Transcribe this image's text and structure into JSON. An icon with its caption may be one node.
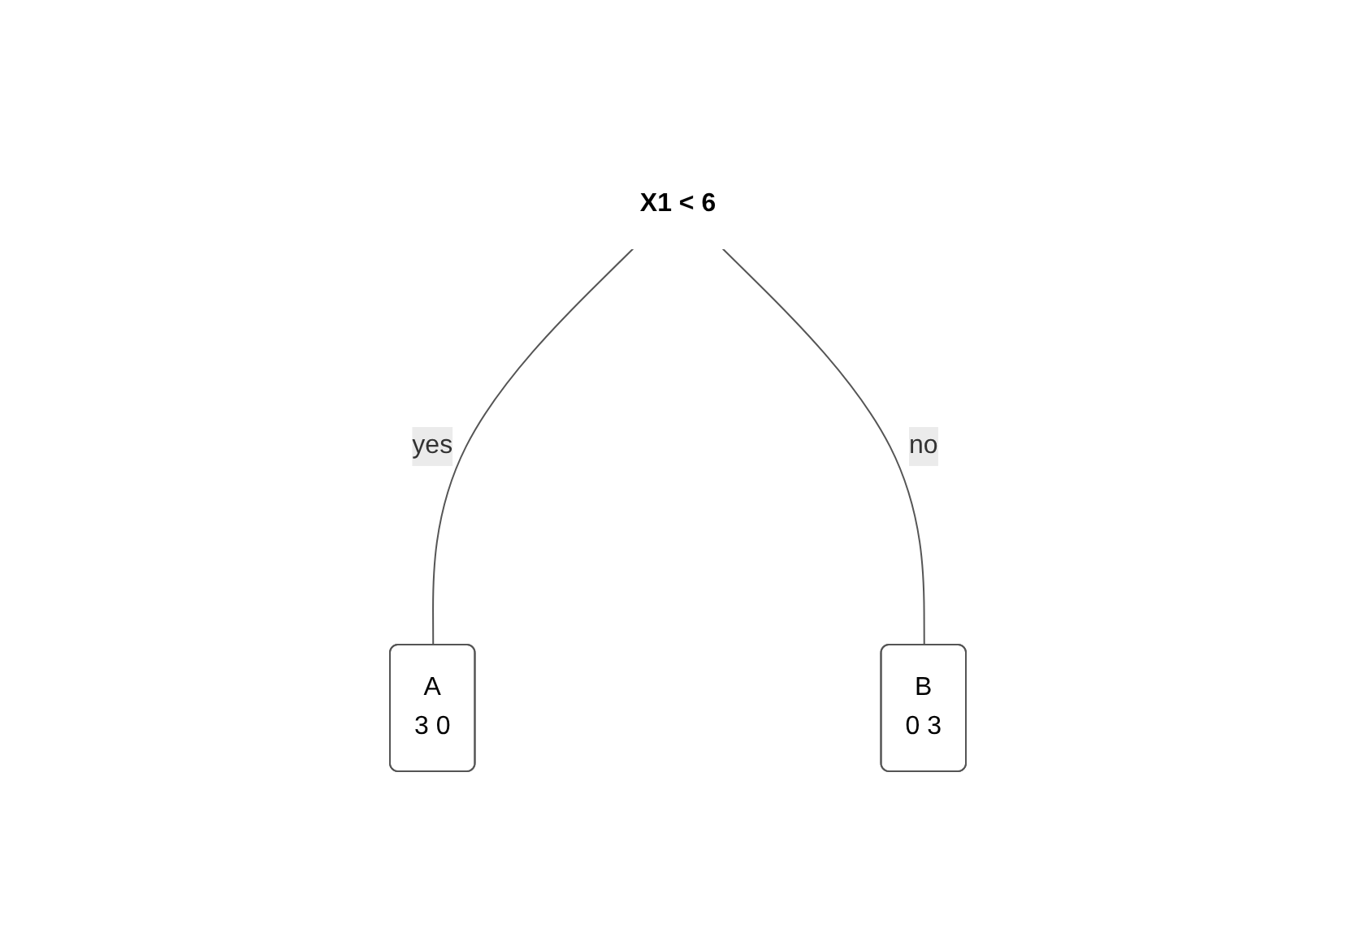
{
  "diagram": {
    "nodes": [
      {
        "text": [
          "X1 < 6"
        ]
      },
      {
        "text": [
          "A",
          "3 0"
        ]
      },
      {
        "text": [
          "B",
          "0 3"
        ]
      }
    ],
    "edges": [
      {
        "from": 0,
        "to": 1,
        "label": "yes",
        "arrow": "none"
      },
      {
        "from": 0,
        "to": 2,
        "label": "no",
        "arrow": "none"
      }
    ]
  }
}
